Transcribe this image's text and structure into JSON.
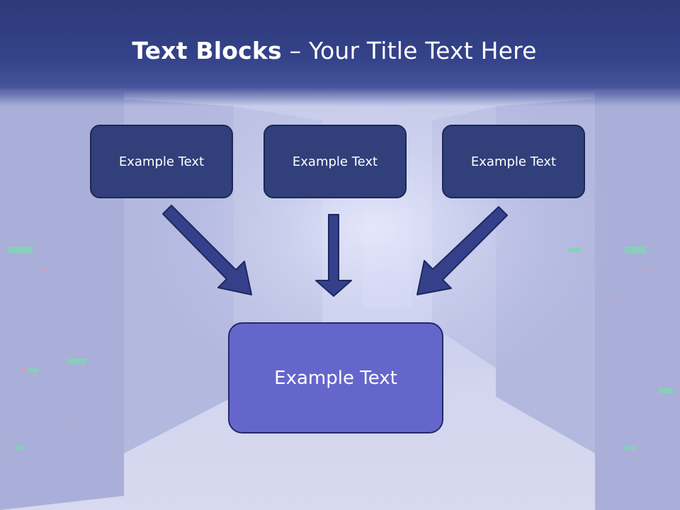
{
  "slide": {
    "title_bold": "Text Blocks",
    "title_rest": " – Your Title Text Here"
  },
  "blocks": {
    "top": [
      "Example Text",
      "Example Text",
      "Example Text"
    ],
    "bottom": "Example Text"
  },
  "background": {
    "image": "server-room-icon"
  },
  "colors": {
    "header": "#2d3a78",
    "top_block": "#313f7a",
    "bottom_block": "#6466cb",
    "arrow": "#2a3570"
  }
}
